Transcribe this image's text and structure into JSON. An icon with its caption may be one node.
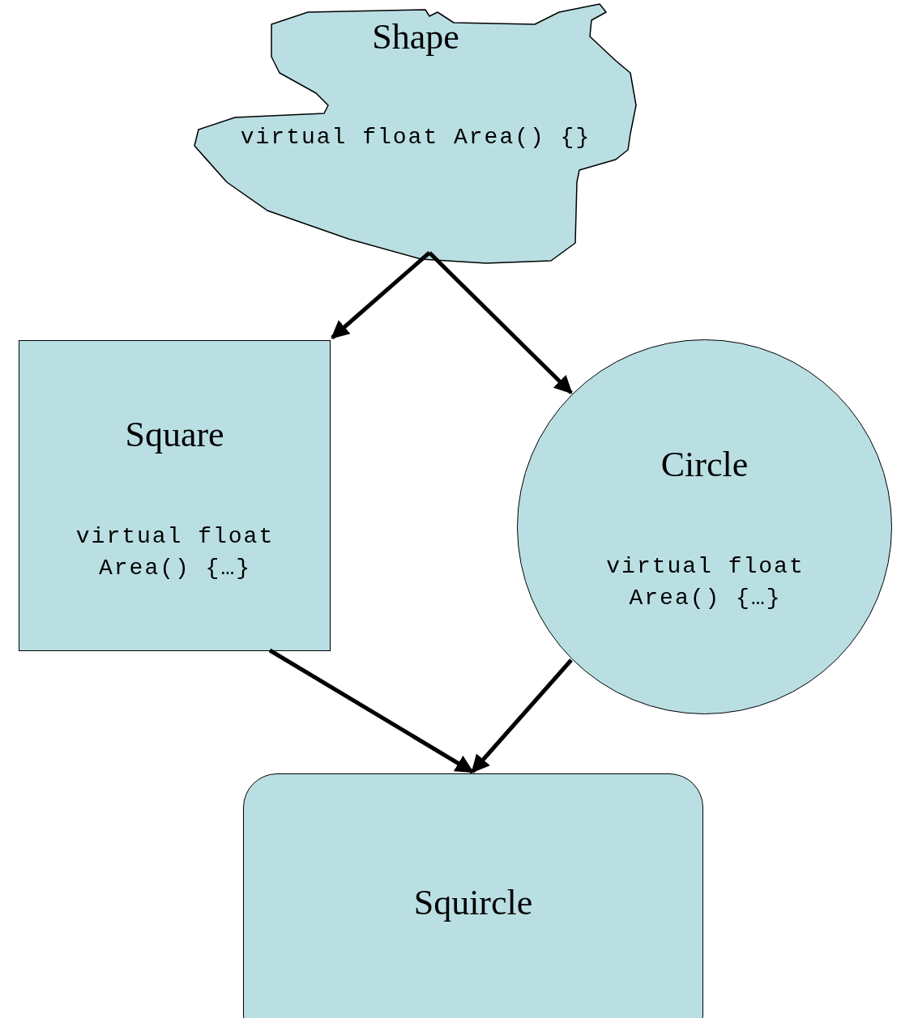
{
  "diagram": {
    "nodes": [
      {
        "text": [
          "Shape",
          "virtual float Area() {}"
        ]
      },
      {
        "text": [
          "Square",
          "virtual float Area() {…}"
        ]
      },
      {
        "text": [
          "Circle",
          "virtual float Area() {…}"
        ]
      },
      {
        "text": [
          "Squircle"
        ]
      }
    ],
    "edges": [
      {
        "from": 0,
        "to": 1,
        "arrow": "to"
      },
      {
        "from": 0,
        "to": 2,
        "arrow": "to"
      },
      {
        "from": 1,
        "to": 3,
        "arrow": "to"
      },
      {
        "from": 2,
        "to": 3,
        "arrow": "to"
      }
    ]
  }
}
